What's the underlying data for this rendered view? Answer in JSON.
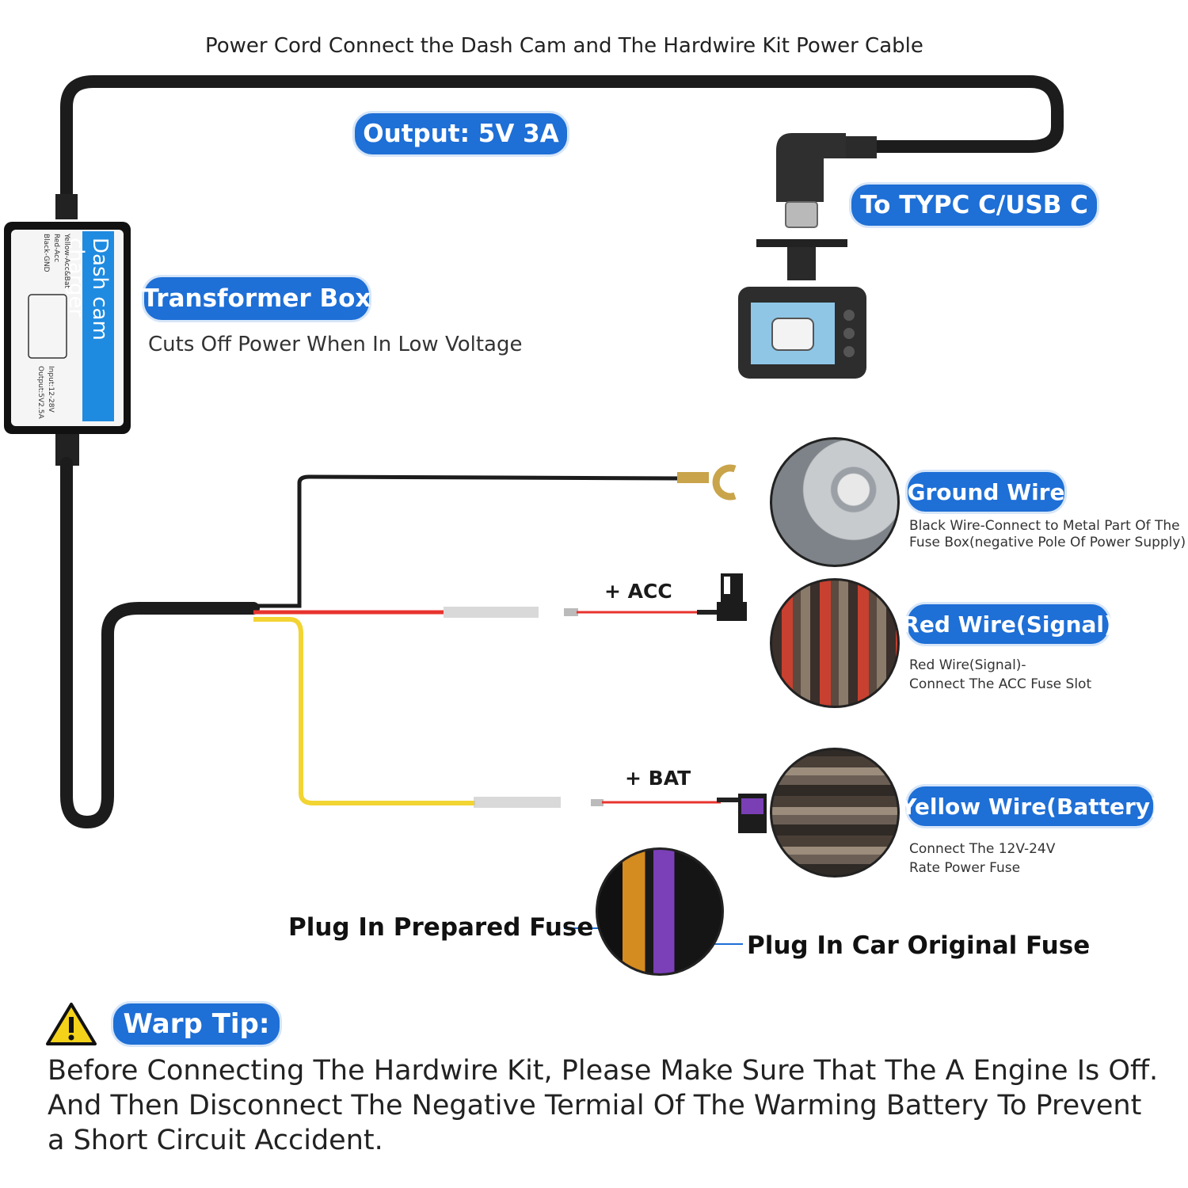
{
  "top_caption": "Power Cord Connect the Dash Cam and The Hardwire Kit Power Cable",
  "output_label": "Output: 5V 3A",
  "usb_label": "To TYPC C/USB C",
  "transformer": {
    "title": "Transformer Box",
    "desc": "Cuts Off Power When In Low Voltage",
    "box_text": "Dash cam charger",
    "box_small_1": "Yellow-Acc&Bat",
    "box_small_2": "Red-Acc",
    "box_small_3": "Black-GND",
    "box_small_4": "Input:12-28V",
    "box_small_5": "Output:5V2.5A"
  },
  "wires": {
    "acc_label": "+ ACC",
    "bat_label": "+ BAT"
  },
  "ground": {
    "title": "Ground Wire",
    "desc_1": "Black Wire-Connect to Metal Part Of The",
    "desc_2": "Fuse Box(negative Pole Of Power Supply)"
  },
  "red": {
    "title": "Red Wire(Signal)",
    "desc_1": "Red Wire(Signal)-",
    "desc_2": "Connect The ACC Fuse Slot"
  },
  "yellow": {
    "title": "Yellow Wire(Battery)",
    "desc_1": "Connect The 12V-24V",
    "desc_2": "Rate Power Fuse"
  },
  "fuse": {
    "prepared": "Plug In Prepared Fuse",
    "original": "Plug In Car Original Fuse"
  },
  "tip": {
    "title": "Warp Tip:",
    "line_1": "Before Connecting The Hardwire Kit, Please Make Sure That The A Engine Is Off.",
    "line_2": "And Then Disconnect The Negative Termial Of The Warming Battery To Prevent",
    "line_3": "a Short Circuit Accident."
  },
  "colors": {
    "accent": "#1e6fd6",
    "black_wire": "#1c1c1c",
    "red_wire": "#e8332e",
    "yellow_wire": "#f2d432"
  }
}
